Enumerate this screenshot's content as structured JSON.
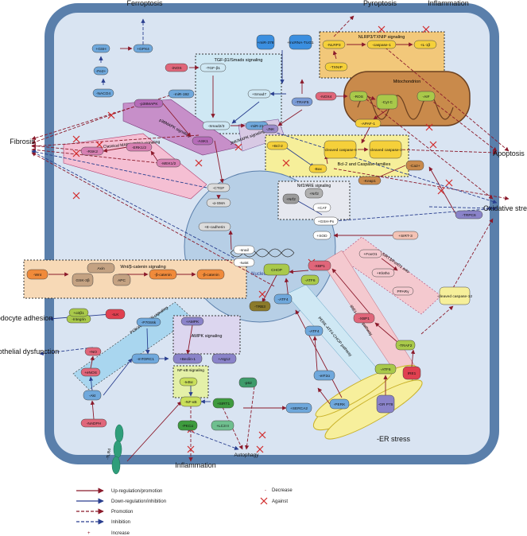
{
  "colors": {
    "cell_border": "#5a7fab",
    "cell_fill": "#d9e4f2",
    "nucleus_fill": "#b7cfe6",
    "mito_fill": "#c98a4b",
    "er_fill": "#f7ef9c",
    "promote": "#8b1a2b",
    "inhibit": "#2a3f8f",
    "against": "#d12b2b"
  },
  "outside": {
    "ferroptosis": "Ferroptosis",
    "pyroptosis": "Pyroptosis",
    "inflammation_top": "Inflammation",
    "fibrosis": "Fibrosis",
    "apoptosis": "Apoptosis",
    "oxidative_stress": "Oxidative stress",
    "podocyte_adhesion": "Podocyte adhesion",
    "endothelial_dysfunction": "Endothelial dysfunction",
    "inflammation_bottom": "Inflammation",
    "autophagy": "Autophagy",
    "er_stress": "-ER stress"
  },
  "regions": {
    "tgf": "TGF-β1/Smads signaling",
    "nlrp3": "NLRP3/TXNIP signaling",
    "mito": "Mitochondrion",
    "mapk": "Classical MAPK (ERK) signaling",
    "pmapk": "p38MAPK signaling",
    "jnk": "JNK/MAPK signaling",
    "bcl": "Bcl-2 and Caspase families",
    "nrf2": "Nrf2/ARE signaling",
    "wnt": "Wnt/β-catenin signaling",
    "nucleus": "Nucleus",
    "pi3k": "PI3K/Akt/mTOR signaling",
    "ampk": "AMPK signaling",
    "nfkb": "NF-κB signaling",
    "foxo": "SIRT3/FoxO1 axis",
    "ire1": "IRE1-XBP1 pathway",
    "perk": "PERK-ATF4-CHOP pathway"
  },
  "nodes": {
    "gsh": "+GSH",
    "gpx4": "+GPX4",
    "fe2": "-Fe2+",
    "ncoa4": "-NACO4",
    "inos": "-iNOS",
    "tgfb": "-TGF-β1",
    "mir192": "-miR-192",
    "smad7": "+Smad7",
    "smad23": "-Smad2/3",
    "mir21": "-miR-21",
    "mir378": "+miR-378",
    "lnc": "+lncRNA-TUG1",
    "traf5": "-TRAF5",
    "jnk": "-JNK",
    "nlrp3": "-NLRP3",
    "casp1": "-caspase-1",
    "il1b": "-IL-1β",
    "txnip": "-TXNIP",
    "nox4": "-NOX4",
    "ros": "-ROS",
    "cytc": "-Cyt C",
    "aif": "-AIF",
    "apaf1": "-APAF-1",
    "p38": "-p38MAPK",
    "ask1": "-ASK1",
    "rsk2": "-RSK2",
    "erk": "-ERK1/2",
    "mek": "-MEK1/2",
    "bcl2": "+Bcl-2",
    "bax": "-Bax",
    "casp9": "-cleaved caspase-9",
    "casp3": "-cleaved caspase-3",
    "ca": "-Ca2+",
    "nrf2a": "+Nrf2",
    "nrf2b": "+Nrf2",
    "cat": "+CAT",
    "gshpx": "+GSH-Px",
    "sod": "+SOD",
    "sirt3": "+SIRT-3",
    "foxo1": "+FoxO1",
    "klotho": "+Klotho",
    "ppar": "PPARγ",
    "keap1": "-Keap1",
    "trpc6": "-TRPC6",
    "ctgf": "-CTGF",
    "asma": "-α-SMA",
    "ecad": "+E-cadherin",
    "snail": "-snail",
    "twist": "-twist",
    "wnt": "-Wnt",
    "axin": "Axin",
    "gsk": "GSK-3β",
    "apc": "APC",
    "bcat1": "-β-catenin",
    "bcat2": "-β-catenin",
    "chop": "CHOP",
    "xbp1a": "-XBP1",
    "atf6a": "-ATF6",
    "trb3": "-TRB3",
    "atf4a": "-ATF4",
    "atf4b": "-ATF4",
    "xbp1b": "-XBP1",
    "traf2": "-TRAF2",
    "casp12": "-cleaved caspase-12",
    "ilk": "-ILK",
    "integrin": "-Integrin",
    "a3b1": "+α3β1",
    "no": "+NO",
    "enos": "+eNOS",
    "akt": "-Akt",
    "nadph": "-NADPH",
    "p70": "-P70S6k",
    "mtorc1": "-mTORC1",
    "ampk": "+AMPK",
    "beclin": "+Beclin-1",
    "atg12": "+Atg12",
    "ikb": "-IκBα",
    "nfkb": "-NF-κB",
    "pkc": "-PKCα",
    "sirt1": "+SIRT1",
    "lc3": "+LC3 II",
    "p62": "-p62",
    "serca": "+SERCA2",
    "eif2a": "-eIF2α",
    "perk": "-PERK",
    "atf6b": "-ATF6",
    "ire1": "IRE1",
    "grp78": "-GR P78",
    "tlr4": "-TLR4"
  },
  "legend": {
    "up": "Up-regulation/promotion",
    "down": "Down-regulation/inhibition",
    "promotion": "Promotion",
    "inhibition": "Inhibition",
    "increase_symbol": "+",
    "increase": "Increase",
    "decrease_symbol": "-",
    "decrease": "Decrease",
    "against": "Against"
  }
}
